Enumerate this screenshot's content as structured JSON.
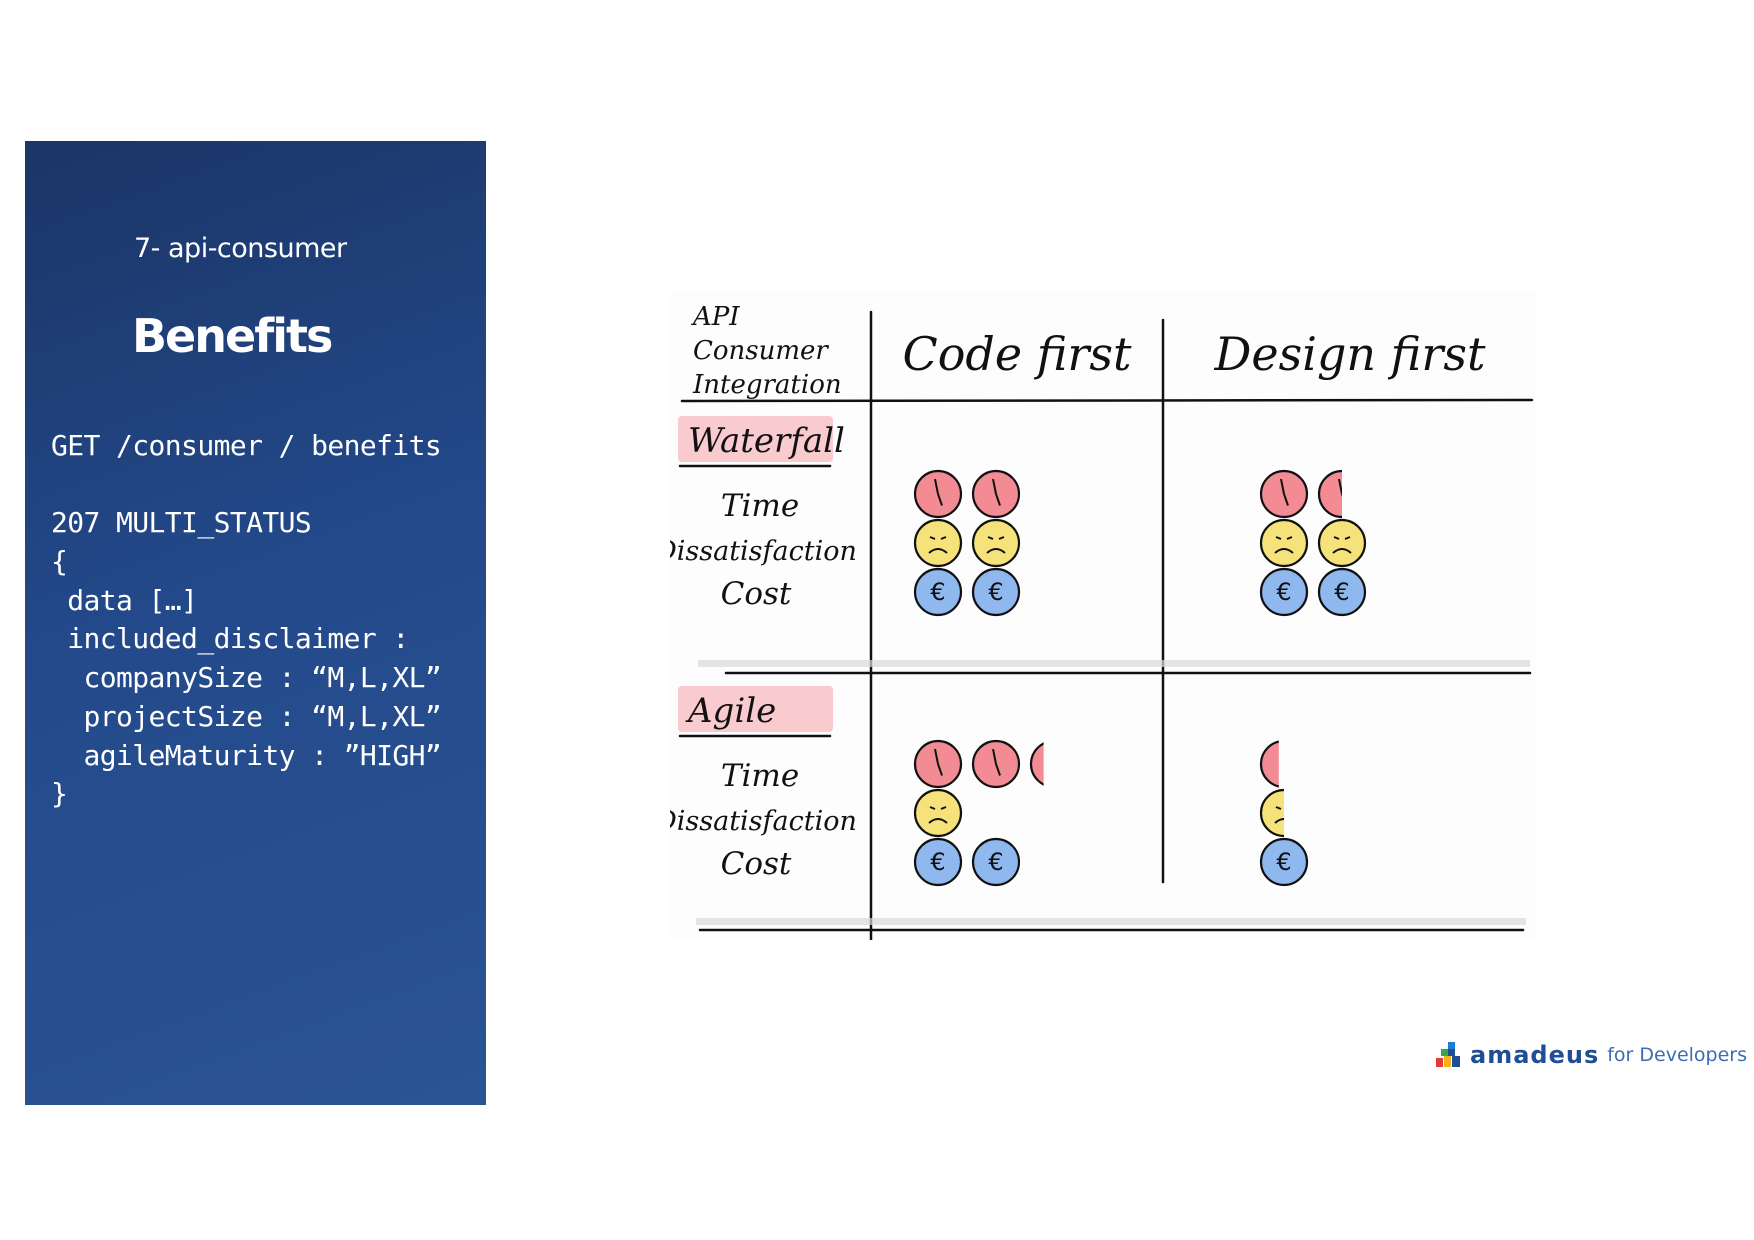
{
  "slide": {
    "subtitle": "7- api-consumer",
    "title": "Benefits",
    "code_lines": [
      "GET /consumer / benefits",
      "",
      "207 MULTI_STATUS",
      "{",
      " data […]",
      " included_disclaimer :",
      "  companySize : “M,L,XL”",
      "  projectSize : “M,L,XL”",
      "  agileMaturity : ”HIGH”",
      "}"
    ]
  },
  "sketch": {
    "corner_label": [
      "API",
      "Consumer",
      "Integration"
    ],
    "columns": [
      "Code first",
      "Design first"
    ],
    "sections": [
      {
        "name": "Waterfall",
        "rows": [
          "Time",
          "Dissatisfaction",
          "Cost"
        ],
        "cells": {
          "code_first": {
            "time": 2,
            "dissatisfaction": 2,
            "cost": 2
          },
          "design_first": {
            "time": 1.5,
            "dissatisfaction": 2,
            "cost": 2
          }
        }
      },
      {
        "name": "Agile",
        "rows": [
          "Time",
          "Dissatisfaction",
          "Cost"
        ],
        "cells": {
          "code_first": {
            "time": 2.3,
            "dissatisfaction": 1,
            "cost": 2
          },
          "design_first": {
            "time": 0.4,
            "dissatisfaction": 0.5,
            "cost": 1
          }
        }
      }
    ],
    "icons": {
      "time": "clock-icon",
      "dissatisfaction": "frown-face-icon",
      "cost": "euro-coin-icon"
    },
    "colors": {
      "time": "#f28b93",
      "dissatisfaction": "#f6e27a",
      "cost": "#8fb8ee",
      "highlight": "#f7b8be"
    }
  },
  "brand": {
    "name": "amadeus",
    "tagline": "for Developers"
  }
}
